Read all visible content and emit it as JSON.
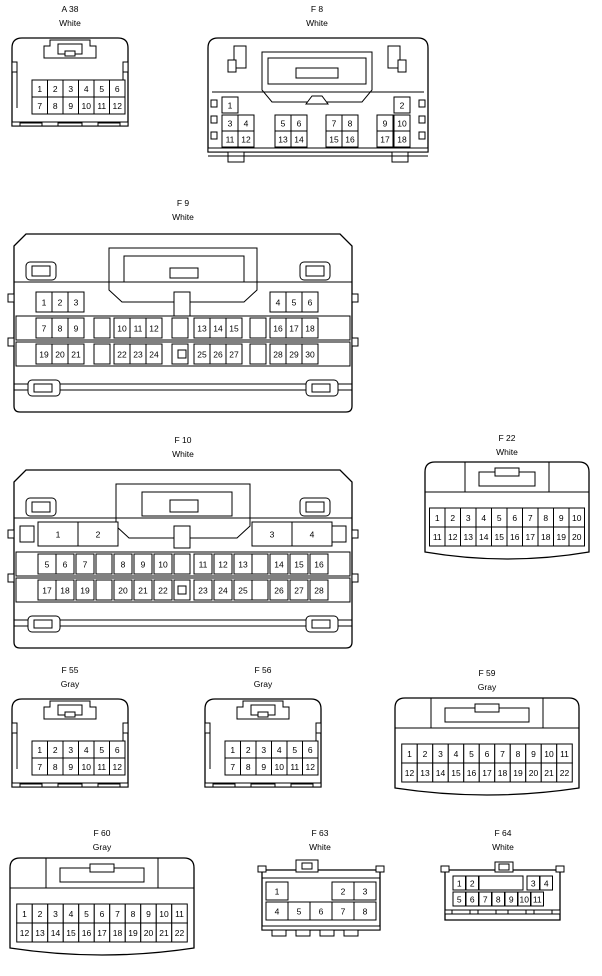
{
  "connectors": [
    {
      "key": "A38",
      "name": "A 38",
      "color": "White",
      "rows": [
        [
          1,
          2,
          3,
          4,
          5,
          6
        ],
        [
          7,
          8,
          9,
          10,
          11,
          12
        ]
      ]
    },
    {
      "key": "F8",
      "name": "F 8",
      "color": "White",
      "rows": [
        [
          1,
          2
        ],
        [
          3,
          4,
          5,
          6,
          7,
          8,
          9,
          10
        ],
        [
          11,
          12,
          13,
          14,
          15,
          16,
          17,
          18
        ]
      ]
    },
    {
      "key": "F9",
      "name": "F 9",
      "color": "White",
      "rows": [
        [
          1,
          2,
          3,
          4,
          5,
          6
        ],
        [
          7,
          8,
          9,
          10,
          11,
          12,
          13,
          14,
          15,
          16,
          17,
          18
        ],
        [
          19,
          20,
          21,
          22,
          23,
          24,
          25,
          26,
          27,
          28,
          29,
          30
        ]
      ]
    },
    {
      "key": "F10",
      "name": "F 10",
      "color": "White",
      "rows": [
        [
          1,
          2,
          3,
          4
        ],
        [
          5,
          6,
          7,
          8,
          9,
          10,
          11,
          12,
          13,
          14,
          15,
          16
        ],
        [
          17,
          18,
          19,
          20,
          21,
          22,
          23,
          24,
          25,
          26,
          27,
          28
        ]
      ]
    },
    {
      "key": "F22",
      "name": "F 22",
      "color": "White",
      "rows": [
        [
          1,
          2,
          3,
          4,
          5,
          6,
          7,
          8,
          9,
          10
        ],
        [
          11,
          12,
          13,
          14,
          15,
          16,
          17,
          18,
          19,
          20
        ]
      ]
    },
    {
      "key": "F55",
      "name": "F 55",
      "color": "Gray",
      "rows": [
        [
          1,
          2,
          3,
          4,
          5,
          6
        ],
        [
          7,
          8,
          9,
          10,
          11,
          12
        ]
      ]
    },
    {
      "key": "F56",
      "name": "F 56",
      "color": "Gray",
      "rows": [
        [
          1,
          2,
          3,
          4,
          5,
          6
        ],
        [
          7,
          8,
          9,
          10,
          11,
          12
        ]
      ]
    },
    {
      "key": "F59",
      "name": "F 59",
      "color": "Gray",
      "rows": [
        [
          1,
          2,
          3,
          4,
          5,
          6,
          7,
          8,
          9,
          10,
          11
        ],
        [
          12,
          13,
          14,
          15,
          16,
          17,
          18,
          19,
          20,
          21,
          22
        ]
      ]
    },
    {
      "key": "F60",
      "name": "F 60",
      "color": "Gray",
      "rows": [
        [
          1,
          2,
          3,
          4,
          5,
          6,
          7,
          8,
          9,
          10,
          11
        ],
        [
          12,
          13,
          14,
          15,
          16,
          17,
          18,
          19,
          20,
          21,
          22
        ]
      ]
    },
    {
      "key": "F63",
      "name": "F 63",
      "color": "White",
      "rows": [
        [
          1,
          2,
          3
        ],
        [
          4,
          5,
          6,
          7,
          8
        ]
      ]
    },
    {
      "key": "F64",
      "name": "F 64",
      "color": "White",
      "rows": [
        [
          1,
          2,
          3,
          4
        ],
        [
          5,
          6,
          7,
          8,
          9,
          10,
          11
        ]
      ]
    }
  ]
}
